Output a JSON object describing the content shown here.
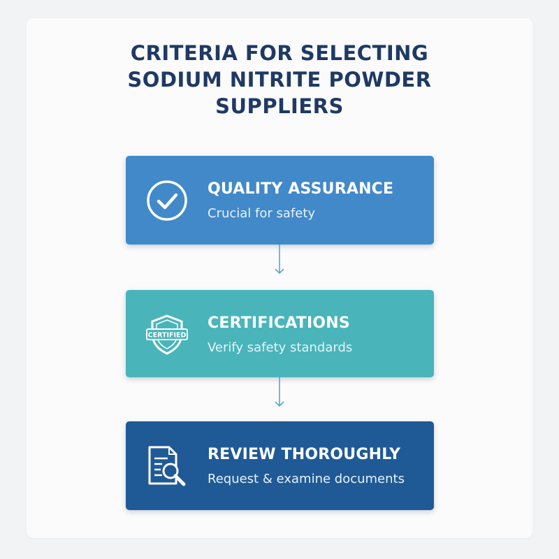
{
  "title_lines": [
    "CRITERIA FOR SELECTING",
    "SODIUM NITRITE POWDER",
    "SUPPLIERS"
  ],
  "steps": [
    {
      "heading": "QUALITY ASSURANCE",
      "subtitle": "Crucial for safety",
      "icon": "check-circle-icon",
      "color": "#4289c9"
    },
    {
      "heading": "CERTIFICATIONS",
      "subtitle": "Verify safety standards",
      "icon": "certified-shield-icon",
      "color": "#49b5ba",
      "icon_text": "CERTIFIED"
    },
    {
      "heading": "REVIEW THOROUGHLY",
      "subtitle": "Request & examine documents",
      "icon": "document-search-icon",
      "color": "#1f5a96"
    }
  ],
  "connector_color": "#5aa3d6"
}
